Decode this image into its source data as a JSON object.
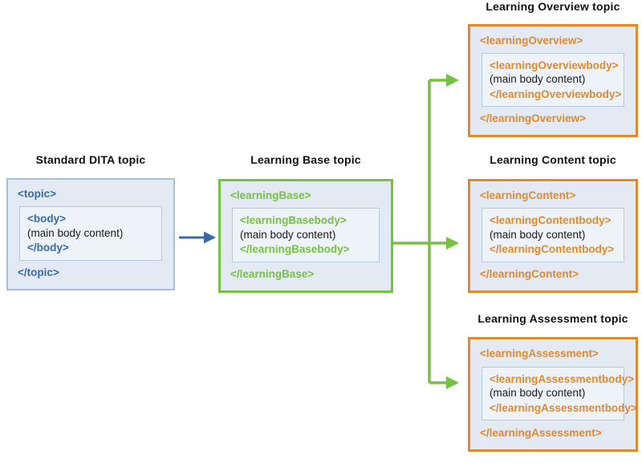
{
  "colors": {
    "blue_accent": "#3a6ba9",
    "green_accent": "#76c043",
    "orange_accent": "#e1892f",
    "box_fill": "#e3eaf4",
    "inner_box_fill": "#eef3fa",
    "inner_box_border": "#b7c7de",
    "blue_box_border": "#a8bdd6",
    "title_text": "#111111"
  },
  "boxes": {
    "standard": {
      "title": "Standard DITA topic",
      "open_tag": "<topic>",
      "body_open_tag": "<body>",
      "body_content": "(main body content)",
      "body_close_tag": "</body>",
      "close_tag": "</topic>"
    },
    "base": {
      "title": "Learning Base topic",
      "open_tag": "<learningBase>",
      "body_open_tag": "<learningBasebody>",
      "body_content": "(main body content)",
      "body_close_tag": "</learningBasebody>",
      "close_tag": "</learningBase>"
    },
    "overview": {
      "title": "Learning Overview topic",
      "open_tag": "<learningOverview>",
      "body_open_tag": "<learningOverviewbody>",
      "body_content": "(main body content)",
      "body_close_tag": "</learningOverviewbody>",
      "close_tag": "</learningOverview>"
    },
    "content": {
      "title": "Learning Content topic",
      "open_tag": "<learningContent>",
      "body_open_tag": "<learningContentbody>",
      "body_content": "(main body content)",
      "body_close_tag": "</learningContentbody>",
      "close_tag": "</learningContent>"
    },
    "assessment": {
      "title": "Learning Assessment topic",
      "open_tag": "<learningAssessment>",
      "body_open_tag": "<learningAssessmentbody>",
      "body_content": "(main body content)",
      "body_close_tag": "</learningAssessmentbody>",
      "close_tag": "</learningAssessment>"
    }
  }
}
